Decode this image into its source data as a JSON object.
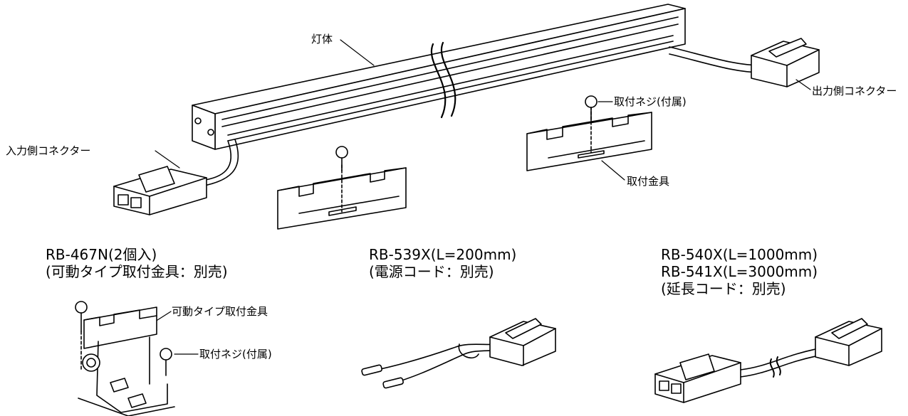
{
  "labels": {
    "body": "灯体",
    "output_connector": "出力側コネクター",
    "input_connector": "入力側コネクター",
    "screw_top": "取付ネジ(付属)",
    "bracket": "取付金具",
    "movable_bracket": "可動タイプ取付金具",
    "screw_bottom": "取付ネジ(付属)"
  },
  "accessories": {
    "rb467": {
      "line1": "RB-467N(2個入)",
      "line2": "(可動タイプ取付金具：別売)"
    },
    "rb539": {
      "line1": "RB-539X(L=200mm)",
      "line2": "(電源コード：別売)"
    },
    "rb540": {
      "line1": "RB-540X(L=1000mm)",
      "line2": "RB-541X(L=3000mm)",
      "line3": "(延長コード：別売)"
    }
  }
}
